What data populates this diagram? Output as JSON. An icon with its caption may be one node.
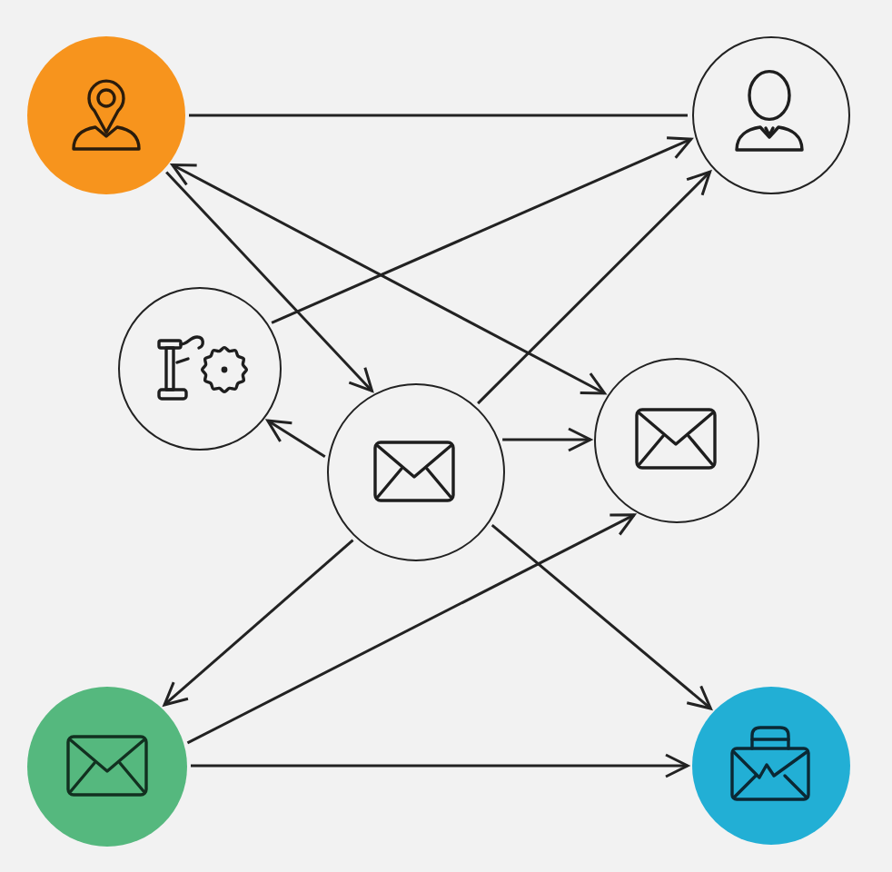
{
  "diagram": {
    "nodes": [
      {
        "text": [],
        "shape": "circle"
      },
      {
        "text": [],
        "shape": "circle"
      },
      {
        "text": [],
        "shape": "circle"
      },
      {
        "text": [],
        "shape": "circle"
      },
      {
        "text": [],
        "shape": "circle"
      },
      {
        "text": [],
        "shape": "circle"
      },
      {
        "text": [],
        "shape": "circle"
      }
    ],
    "edges": [
      {
        "from": 0,
        "to": 1,
        "arrow": "none"
      },
      {
        "from": 0,
        "to": 4,
        "arrow": "both"
      },
      {
        "from": 0,
        "to": 3,
        "arrow": "to"
      },
      {
        "from": 2,
        "to": 1,
        "arrow": "to"
      },
      {
        "from": 3,
        "to": 1,
        "arrow": "to"
      },
      {
        "from": 3,
        "to": 2,
        "arrow": "to"
      },
      {
        "from": 3,
        "to": 4,
        "arrow": "to"
      },
      {
        "from": 3,
        "to": 5,
        "arrow": "to"
      },
      {
        "from": 5,
        "to": 4,
        "arrow": "to"
      },
      {
        "from": 3,
        "to": 6,
        "arrow": "to"
      },
      {
        "from": 5,
        "to": 6,
        "arrow": "to"
      }
    ]
  }
}
